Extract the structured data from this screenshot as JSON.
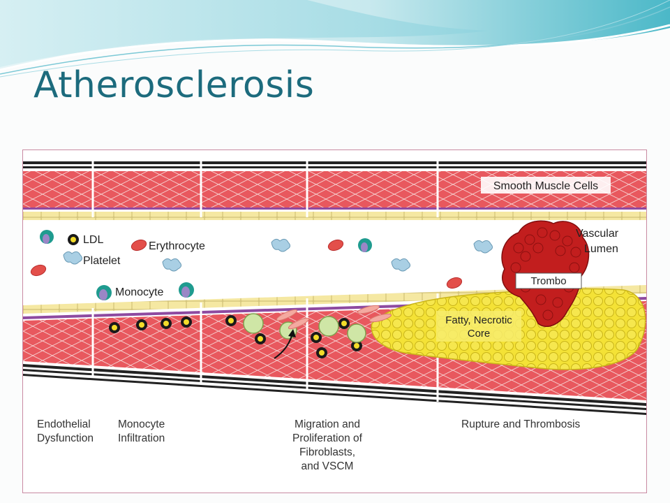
{
  "slide": {
    "title": "Atherosclerosis",
    "colors": {
      "title": "#1c6b7d",
      "header_wave": "#bfe4ea",
      "figure_border": "#c98aa2"
    }
  },
  "figure": {
    "labels": {
      "smooth_muscle_cells": "Smooth Muscle Cells",
      "ldl": "LDL",
      "platelet": "Platelet",
      "erythrocyte": "Erythrocyte",
      "monocyte": "Monocyte",
      "vascular": "Vascular",
      "lumen": "Lumen",
      "trombo": "Trombo",
      "fatty_necrotic": "Fatty, Necrotic",
      "core": "Core"
    },
    "stages": [
      {
        "lines": [
          "Endothelial",
          "Dysfunction"
        ]
      },
      {
        "lines": [
          "Monocyte",
          "Infiltration"
        ]
      },
      {
        "lines": [
          "Migration and",
          "Proliferation of",
          "Fibroblasts,",
          "and VSCM"
        ]
      },
      {
        "lines": [
          "Rupture and Thrombosis"
        ]
      }
    ],
    "colors": {
      "smooth_muscle": "#e8585e",
      "endothelium": "#f5e8a2",
      "lipid": "#f4e236",
      "thrombus": "#c21e1e",
      "membrane": "#8e4aa0"
    }
  }
}
